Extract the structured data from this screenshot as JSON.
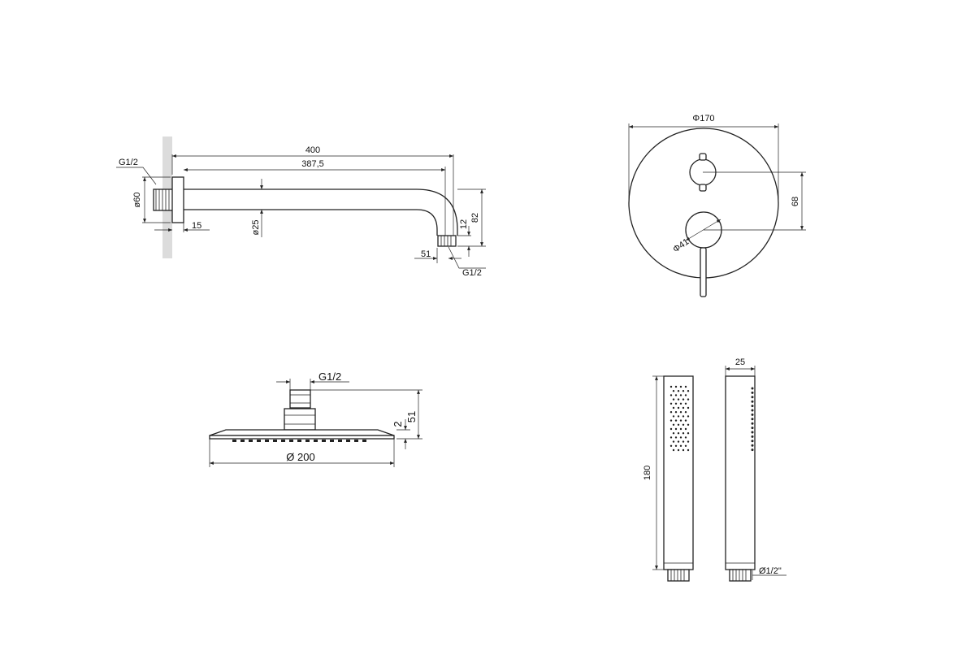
{
  "shower_arm": {
    "dim_400": "400",
    "dim_387": "387,5",
    "thread_wall": "G1/2",
    "flange_dia": "ø60",
    "flange_depth": "15",
    "pipe_dia": "ø25",
    "drop_12": "12",
    "drop_82": "82",
    "offset_51": "51",
    "thread_end": "G1/2"
  },
  "mixer_plate": {
    "plate_dia": "Φ170",
    "spacing": "68",
    "handle_dia": "Φ41"
  },
  "rain_head": {
    "thread": "G1/2",
    "head_dia": "Ø 200",
    "height_51": "51",
    "thickness_2": "2"
  },
  "hand_shower": {
    "width": "25",
    "length": "180",
    "thread": "Ø1/2\""
  }
}
